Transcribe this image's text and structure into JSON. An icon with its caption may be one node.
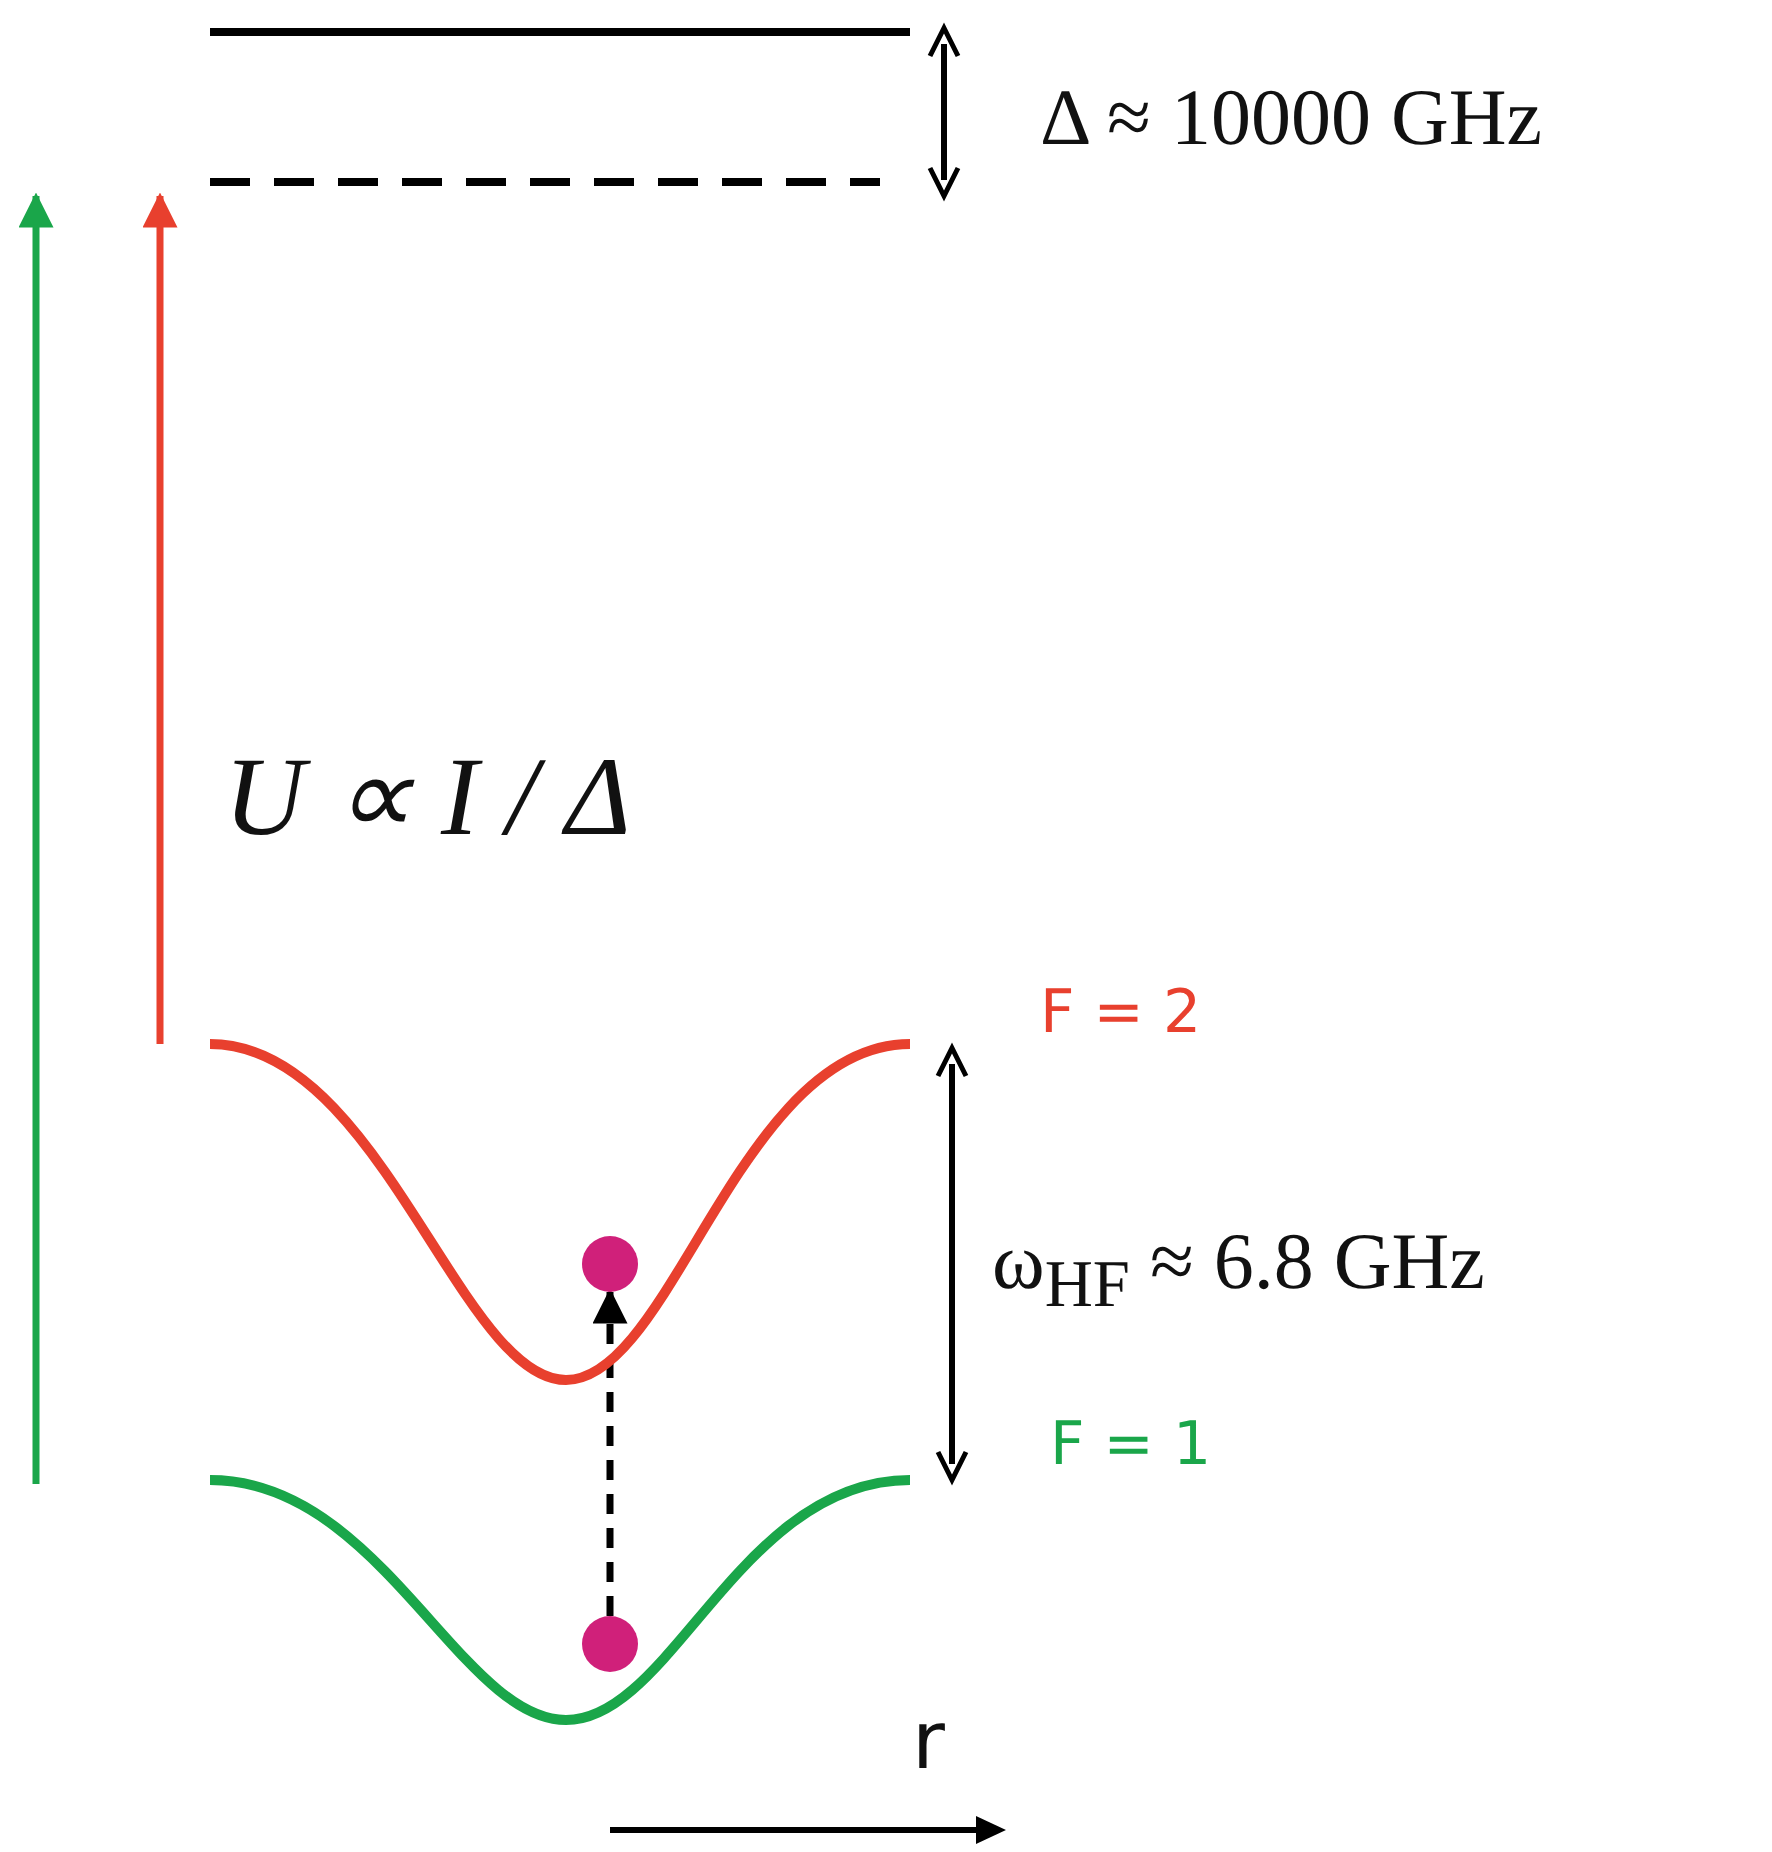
{
  "diagram": {
    "nodes": [
      {
        "text": [],
        "shape": "bar"
      },
      {
        "text": [],
        "shape": "bar"
      },
      {
        "text": [],
        "shape": "curve",
        "beside": [
          "F = 2"
        ]
      },
      {
        "text": [],
        "shape": "curve",
        "beside": [
          "F = 1"
        ]
      },
      {
        "text": [],
        "shape": "circle",
        "in": 2
      },
      {
        "text": [],
        "shape": "circle",
        "in": 3
      }
    ],
    "edges": [
      {
        "from": 5,
        "to": 4,
        "arrow": "to",
        "style": "dashed"
      },
      {
        "from": null,
        "to": 1,
        "arrow": "to",
        "color": "#1aa64a"
      },
      {
        "from": null,
        "to": 1,
        "arrow": "to",
        "color": "#e8402e"
      }
    ],
    "labels": [
      "Δ ≈ 10000 GHz",
      "U ∝ I / Δ",
      "ω$_{HF}$ ≈ 6.8 GHz",
      "r"
    ]
  }
}
